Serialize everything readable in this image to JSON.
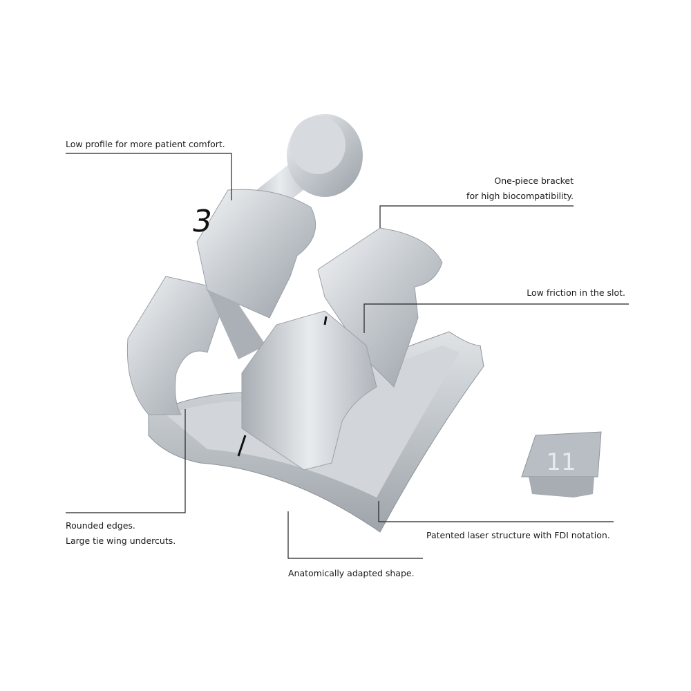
{
  "callouts": {
    "low_profile": "Low profile for more patient comfort.",
    "one_piece_line1": "One-piece bracket",
    "one_piece_line2": "for high biocompatibility.",
    "low_friction": "Low friction in the slot.",
    "rounded_line1": "Rounded edges.",
    "rounded_line2": "Large tie wing undercuts.",
    "laser": "Patented laser structure with FDI notation.",
    "anatomical": "Anatomically adapted shape."
  },
  "bracket": {
    "wing_number": "3",
    "fdi_number": "11"
  },
  "colors": {
    "metal_light": "#e4e7ea",
    "metal_mid": "#b9bec4",
    "metal_dark": "#8d939a",
    "leader_line": "#222222"
  }
}
